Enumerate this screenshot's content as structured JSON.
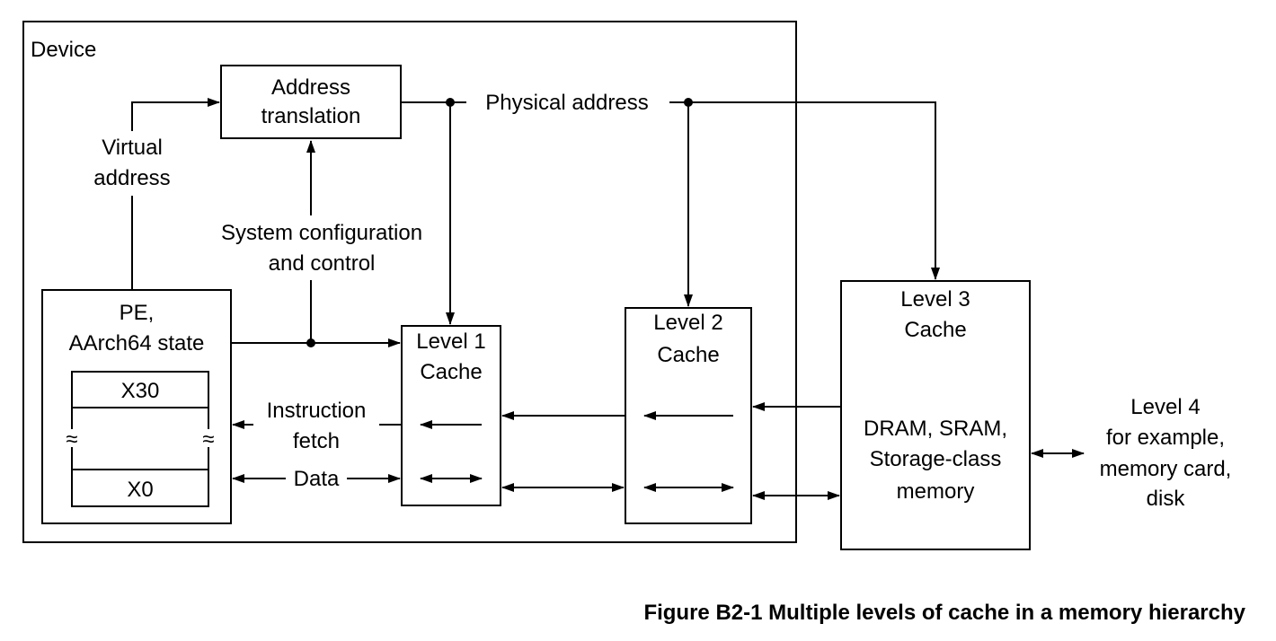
{
  "device": {
    "label": "Device"
  },
  "address_translation": {
    "line1": "Address",
    "line2": "translation"
  },
  "virtual_address": {
    "line1": "Virtual",
    "line2": "address"
  },
  "physical_address": {
    "label": "Physical address"
  },
  "system_config": {
    "line1": "System configuration",
    "line2": "and control"
  },
  "pe": {
    "line1": "PE,",
    "line2": "AArch64 state",
    "register_top": "X30",
    "register_bottom": "X0",
    "break_mark": "≈"
  },
  "instruction_fetch": {
    "line1": "Instruction",
    "line2": "fetch"
  },
  "data_label": {
    "label": "Data"
  },
  "l1": {
    "line1": "Level 1",
    "line2": "Cache"
  },
  "l2": {
    "line1": "Level 2",
    "line2": "Cache"
  },
  "l3": {
    "line1": "Level 3",
    "line2": "Cache",
    "mem1": "DRAM, SRAM,",
    "mem2": "Storage-class",
    "mem3": "memory"
  },
  "l4": {
    "line1": "Level 4",
    "line2": "for example,",
    "line3": "memory card,",
    "line4": "disk"
  },
  "caption": "Figure B2-1 Multiple levels of cache in a memory hierarchy"
}
